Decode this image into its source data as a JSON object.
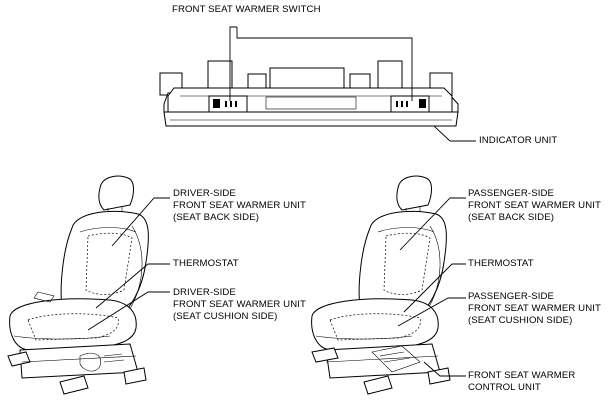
{
  "labels": {
    "switch": [
      "FRONT SEAT WARMER SWITCH"
    ],
    "indicator": [
      "INDICATOR UNIT"
    ],
    "driver_back": [
      "DRIVER-SIDE",
      "FRONT SEAT WARMER UNIT",
      "(SEAT BACK SIDE)"
    ],
    "driver_thermo": [
      "THERMOSTAT"
    ],
    "driver_cushion": [
      "DRIVER-SIDE",
      "FRONT SEAT WARMER UNIT",
      "(SEAT CUSHION SIDE)"
    ],
    "pass_back": [
      "PASSENGER-SIDE",
      "FRONT SEAT WARMER UNIT",
      "(SEAT BACK SIDE)"
    ],
    "pass_thermo": [
      "THERMOSTAT"
    ],
    "pass_cushion": [
      "PASSENGER-SIDE",
      "FRONT SEAT WARMER UNIT",
      "(SEAT CUSHION SIDE)"
    ],
    "control_unit": [
      "FRONT SEAT WARMER",
      "CONTROL UNIT"
    ]
  }
}
